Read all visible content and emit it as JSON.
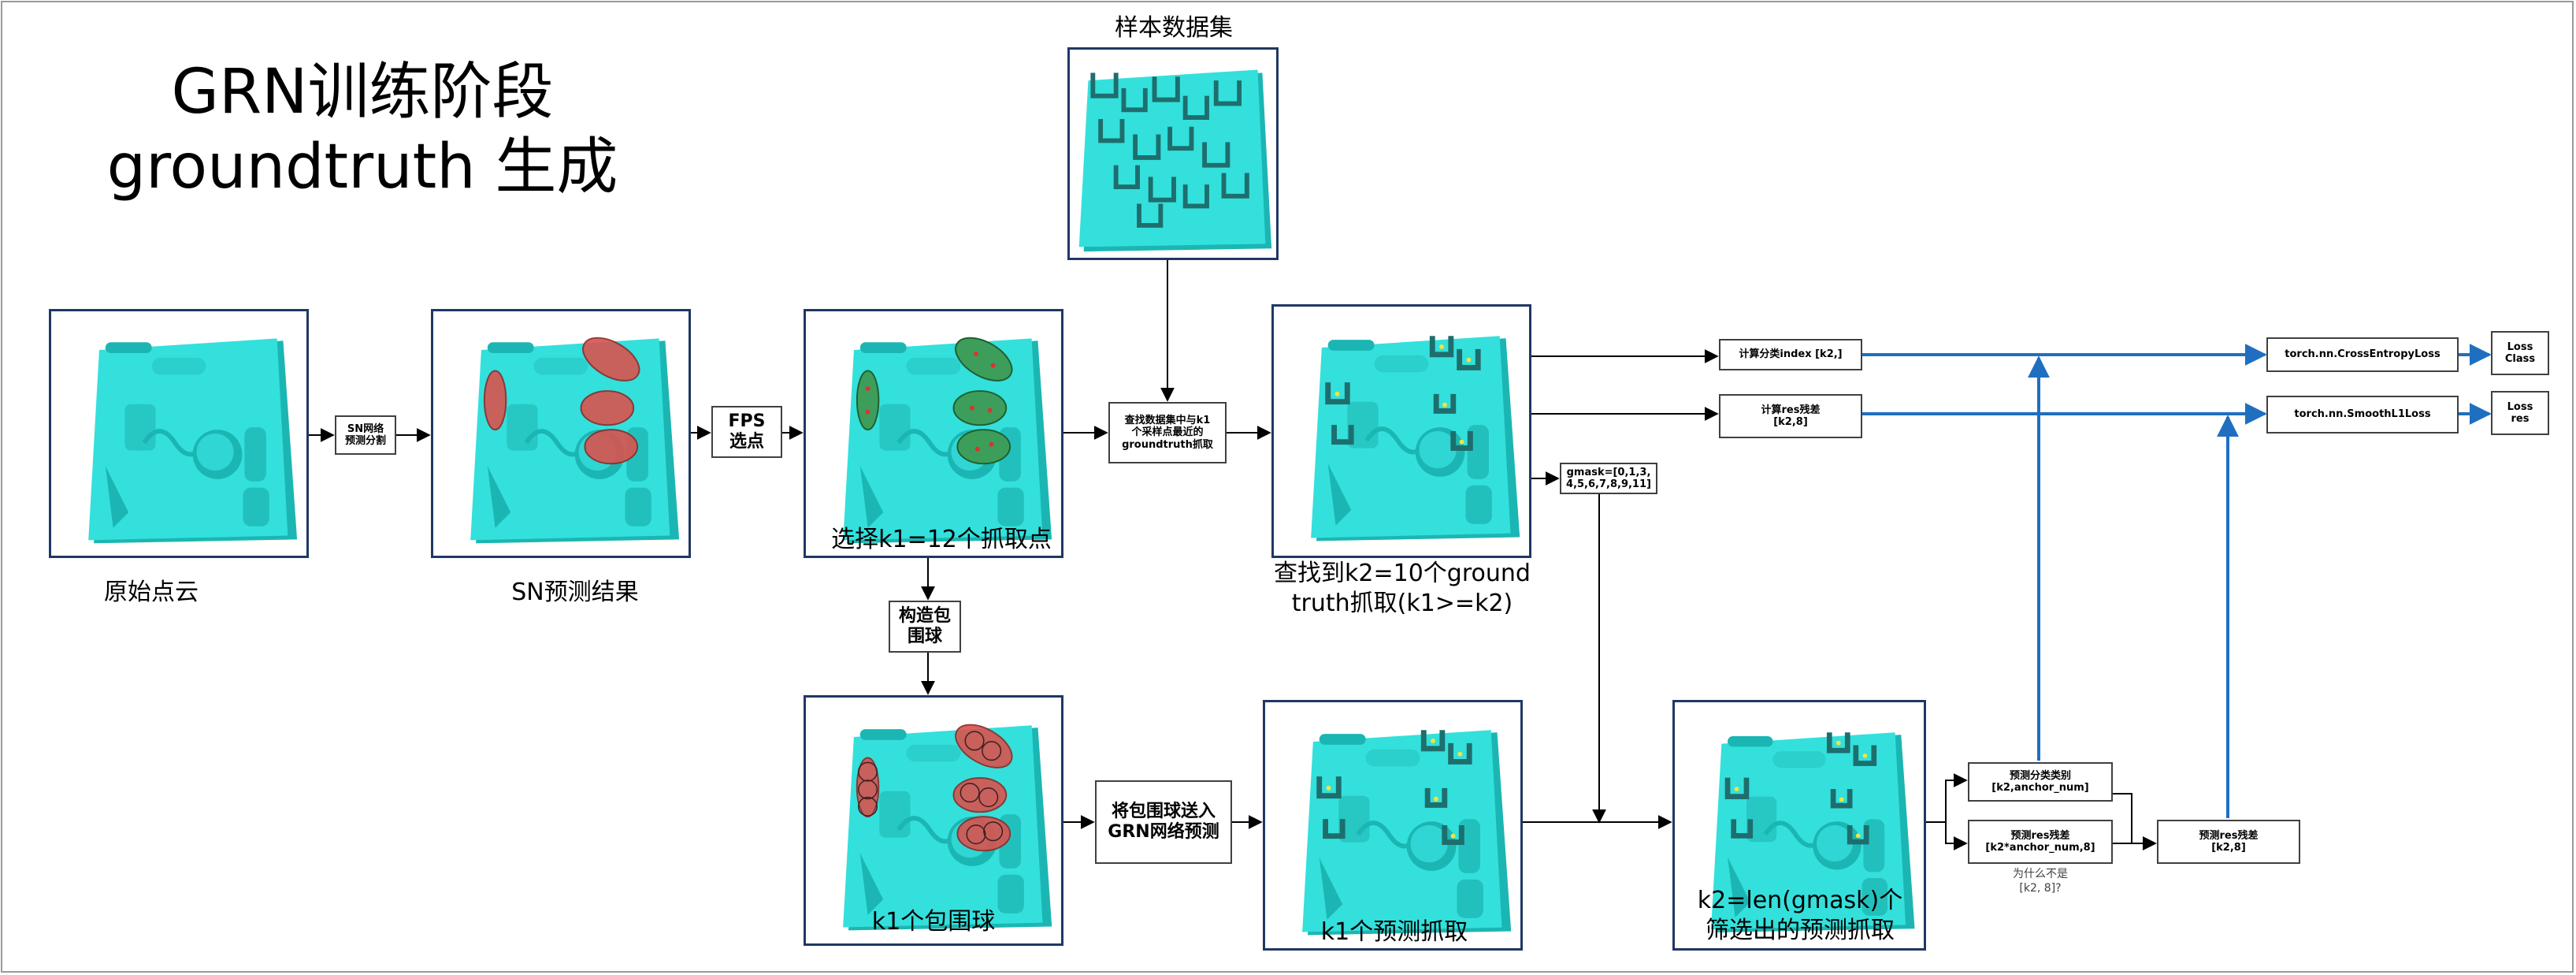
{
  "title": {
    "line1": "GRN训练阶段",
    "line2": "groundtruth 生成"
  },
  "captions": {
    "raw_cloud": "原始点云",
    "sn_result": "SN预测结果",
    "select_k1": "选择k1=12个抓取点",
    "sample_dataset": "样本数据集",
    "found_k2": "查找到k2=10个ground\ntruth抓取(k1>=k2)",
    "k1_spheres": "k1个包围球",
    "k1_pred_grasps": "k1个预测抓取",
    "k2_filtered": "k2=len(gmask)个\n筛选出的预测抓取"
  },
  "boxes": {
    "sn_seg": "SN网络\n预测分割",
    "fps": "FPS\n选点",
    "lookup": "查找数据集中与k1\n个采样点最近的\ngroundtruth抓取",
    "build_sphere": "构造包\n围球",
    "feed_grn": "将包围球送入\nGRN网络预测",
    "gmask": "gmask=[0,1,3,\n4,5,6,7,8,9,11]",
    "calc_cls_index": "计算分类index    [k2,]",
    "calc_res": "计算res残差\n[k2,8]",
    "ce_loss": "torch.nn.CrossEntropyLoss",
    "sl1_loss": "torch.nn.SmoothL1Loss",
    "loss_class": "Loss\nClass",
    "loss_res": "Loss\nres",
    "pred_cls": "预测分类类别\n[k2,anchor_num]",
    "pred_res": "预测res残差\n[k2*anchor_num,8]",
    "pred_res_k2": "预测res残差\n[k2,8]"
  },
  "notes": {
    "why_not": "为什么不是\n[k2, 8]?"
  },
  "colors": {
    "frame": "#1f3864",
    "cloud": "#33e0dc",
    "cloud_shadow": "#1bb6b3",
    "gripper": "#1e6e6e",
    "segment_red": "#d9534f",
    "segment_green": "#3c9e5a",
    "blue_arrow": "#1f6fc0",
    "black_arrow": "#000000"
  }
}
